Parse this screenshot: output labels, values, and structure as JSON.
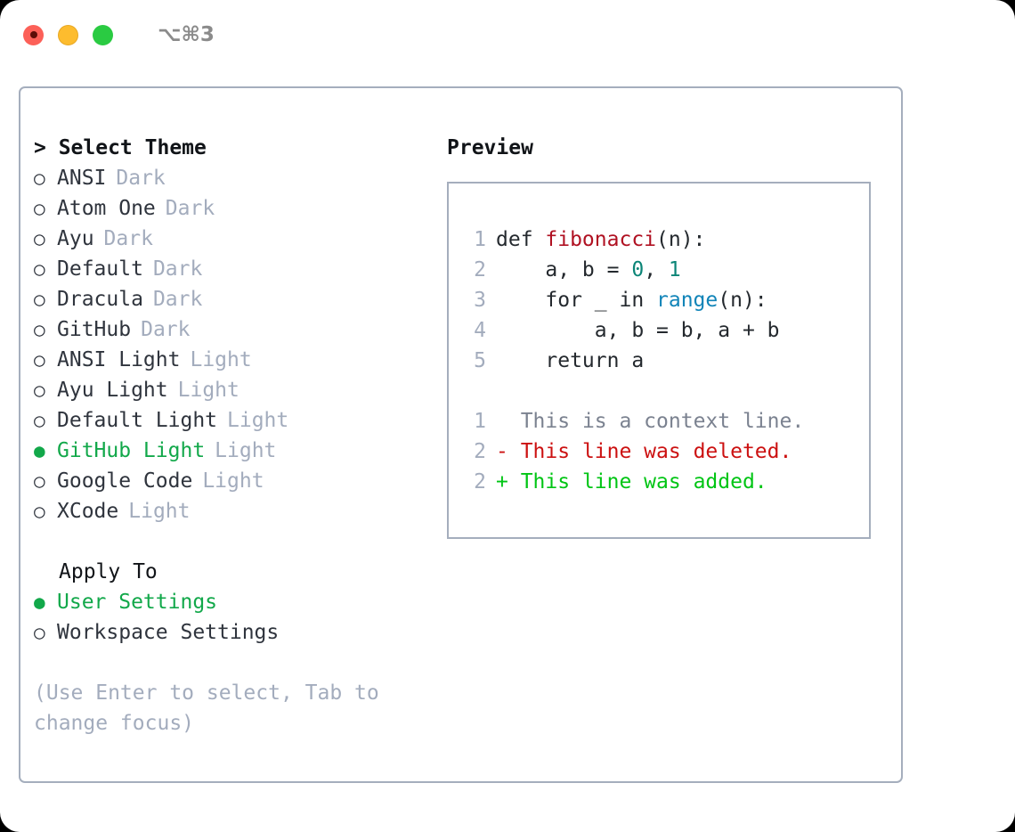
{
  "window": {
    "shortcut_label": "⌥⌘3",
    "traffic_lights": [
      {
        "name": "close",
        "color": "#fc6058"
      },
      {
        "name": "minimize",
        "color": "#fdbc2e"
      },
      {
        "name": "zoom",
        "color": "#2acb42"
      }
    ],
    "border_color": "#a5aebd"
  },
  "theme_picker": {
    "header": "> Select Theme",
    "items": [
      {
        "marker": "○",
        "label": "ANSI",
        "tag": "Dark",
        "selected": false
      },
      {
        "marker": "○",
        "label": "Atom One",
        "tag": "Dark",
        "selected": false
      },
      {
        "marker": "○",
        "label": "Ayu",
        "tag": "Dark",
        "selected": false
      },
      {
        "marker": "○",
        "label": "Default",
        "tag": "Dark",
        "selected": false
      },
      {
        "marker": "○",
        "label": "Dracula",
        "tag": "Dark",
        "selected": false
      },
      {
        "marker": "○",
        "label": "GitHub",
        "tag": "Dark",
        "selected": false
      },
      {
        "marker": "○",
        "label": "ANSI Light",
        "tag": "Light",
        "selected": false
      },
      {
        "marker": "○",
        "label": "Ayu Light",
        "tag": "Light",
        "selected": false
      },
      {
        "marker": "○",
        "label": "Default Light",
        "tag": "Light",
        "selected": false
      },
      {
        "marker": "●",
        "label": "GitHub Light",
        "tag": "Light",
        "selected": true
      },
      {
        "marker": "○",
        "label": "Google Code",
        "tag": "Light",
        "selected": false
      },
      {
        "marker": "○",
        "label": "XCode",
        "tag": "Light",
        "selected": false
      }
    ],
    "selected_theme": "GitHub Light",
    "selection_color": "#12a84a",
    "tag_color": "#a3acbd"
  },
  "apply_to": {
    "title": "Apply To",
    "items": [
      {
        "marker": "●",
        "label": "User Settings",
        "selected": true
      },
      {
        "marker": "○",
        "label": "Workspace Settings",
        "selected": false
      }
    ],
    "selected_target": "User Settings"
  },
  "hint": "(Use Enter to select, Tab to change focus)",
  "preview": {
    "title": "Preview",
    "code_lines": [
      {
        "n": "1",
        "segments": [
          {
            "text": "def ",
            "token": "plain"
          },
          {
            "text": "fibonacci",
            "token": "function"
          },
          {
            "text": "(n):",
            "token": "plain"
          }
        ]
      },
      {
        "n": "2",
        "segments": [
          {
            "text": "    a, b = ",
            "token": "plain"
          },
          {
            "text": "0",
            "token": "number"
          },
          {
            "text": ", ",
            "token": "plain"
          },
          {
            "text": "1",
            "token": "number"
          }
        ]
      },
      {
        "n": "3",
        "segments": [
          {
            "text": "    for _ in ",
            "token": "plain"
          },
          {
            "text": "range",
            "token": "call"
          },
          {
            "text": "(n):",
            "token": "plain"
          }
        ]
      },
      {
        "n": "4",
        "segments": [
          {
            "text": "        a, b = b, a + b",
            "token": "plain"
          }
        ]
      },
      {
        "n": "5",
        "segments": [
          {
            "text": "    return a",
            "token": "plain"
          }
        ]
      }
    ],
    "diff_lines": [
      {
        "n": "1",
        "marker": " ",
        "text": " This is a context line.",
        "kind": "context"
      },
      {
        "n": "2",
        "marker": "-",
        "text": " This line was deleted.",
        "kind": "deleted"
      },
      {
        "n": "2",
        "marker": "+",
        "text": " This line was added.",
        "kind": "added"
      }
    ],
    "colors": {
      "function": "#b01122",
      "number": "#0c8577",
      "call": "#1184b8",
      "context": "#7b8290",
      "deleted": "#cc1111",
      "added": "#00c514",
      "lineno": "#a3acbd"
    }
  }
}
